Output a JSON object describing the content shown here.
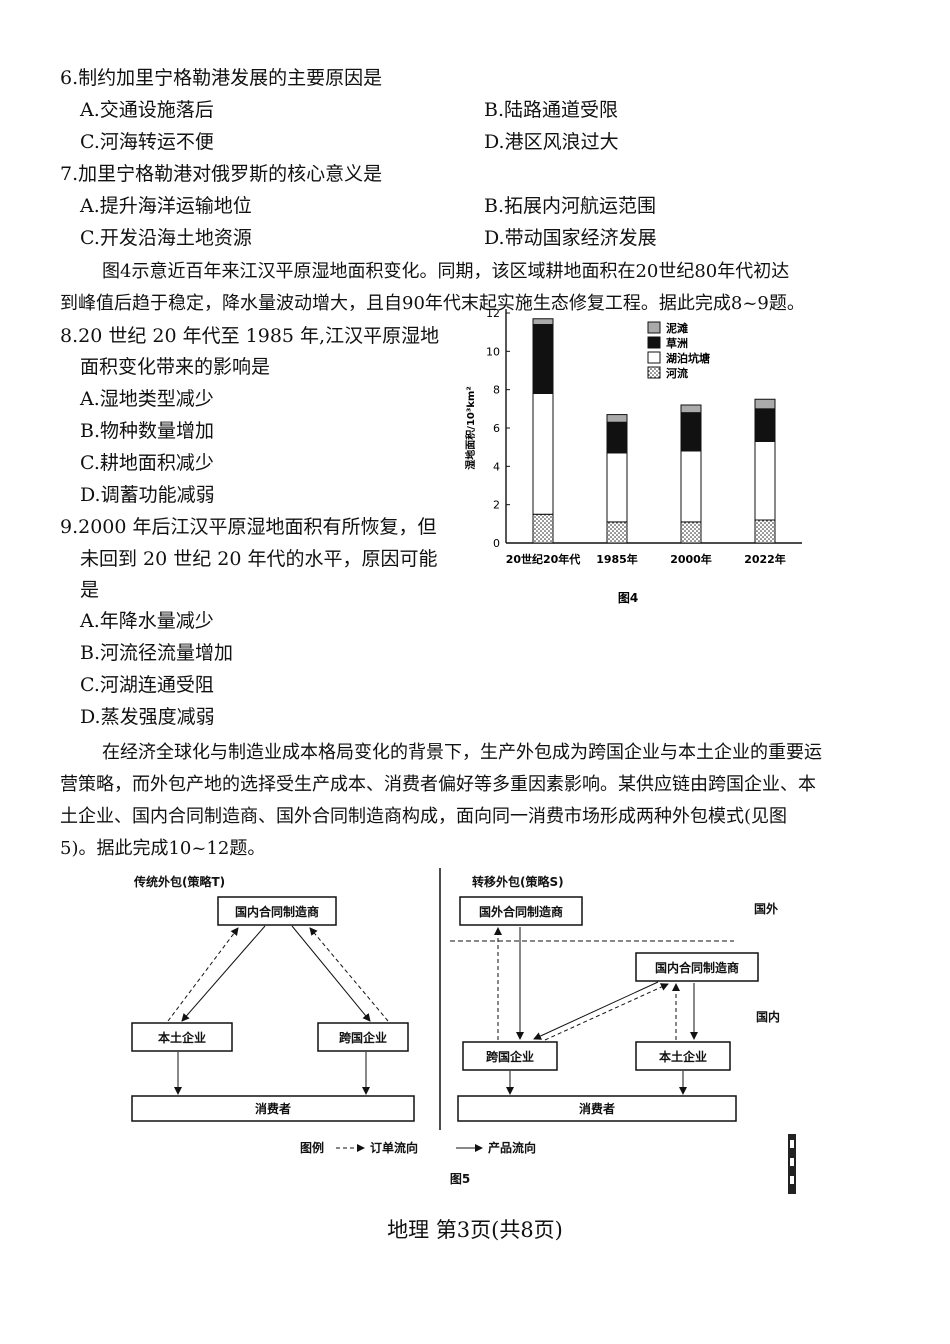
{
  "q6": {
    "stem": "6.制约加里宁格勒港发展的主要原因是",
    "options": [
      "A.交通设施落后",
      "B.陆路通道受限",
      "C.河海转运不便",
      "D.港区风浪过大"
    ]
  },
  "q7": {
    "stem": "7.加里宁格勒港对俄罗斯的核心意义是",
    "options": [
      "A.提升海洋运输地位",
      "B.拓展内河航运范围",
      "C.开发沿海土地资源",
      "D.带动国家经济发展"
    ]
  },
  "intro89": {
    "line1": "图4示意近百年来江汉平原湿地面积变化。同期，该区域耕地面积在20世纪80年代初达",
    "line2": "到峰值后趋于稳定，降水量波动增大，且自90年代末起实施生态修复工程。据此完成8~9题。"
  },
  "q8": {
    "stem1": "8.20 世纪 20 年代至 1985 年,江汉平原湿地",
    "stem2": "面积变化带来的影响是",
    "options": [
      "A.湿地类型减少",
      "B.物种数量增加",
      "C.耕地面积减少",
      "D.调蓄功能减弱"
    ]
  },
  "q9": {
    "stem1": "9.2000 年后江汉平原湿地面积有所恢复，但",
    "stem2": "未回到 20 世纪 20 年代的水平，原因可能",
    "stem3": "是",
    "options": [
      "A.年降水量减少",
      "B.河流径流量增加",
      "C.河湖连通受阻",
      "D.蒸发强度减弱"
    ]
  },
  "chart_data": {
    "type": "bar",
    "stacked": true,
    "categories": [
      "20世纪20年代",
      "1985年",
      "2000年",
      "2022年"
    ],
    "series": [
      {
        "name": "河流",
        "values": [
          1.5,
          1.1,
          1.1,
          1.2
        ],
        "pattern": "dots"
      },
      {
        "name": "湖泊坑塘",
        "values": [
          6.3,
          3.6,
          3.7,
          4.1
        ],
        "color": "#ffffff"
      },
      {
        "name": "草洲",
        "values": [
          3.6,
          1.6,
          2.0,
          1.7
        ],
        "color": "#111111"
      },
      {
        "name": "泥滩",
        "values": [
          0.3,
          0.4,
          0.4,
          0.5
        ],
        "color": "#aaaaaa"
      }
    ],
    "ylabel": "湿地面积/10³km²",
    "yticks": [
      "0",
      "2",
      "4",
      "6",
      "8",
      "10",
      "12"
    ],
    "ylim": [
      0,
      12
    ],
    "caption": "图4",
    "legend_position": "top-right"
  },
  "intro1012": {
    "line1": "在经济全球化与制造业成本格局变化的背景下，生产外包成为跨国企业与本土企业的重要运",
    "line2": "营策略，而外包产地的选择受生产成本、消费者偏好等多重因素影响。某供应链由跨国企业、本",
    "line3": "土企业、国内合同制造商、国外合同制造商构成，面向同一消费市场形成两种外包模式(见图",
    "line4": "5)。据此完成10~12题。"
  },
  "fig5": {
    "left_title": "传统外包(策略T)",
    "right_title": "转移外包(策略S)",
    "domestic_mfr": "国内合同制造商",
    "foreign_mfr": "国外合同制造商",
    "local_firm": "本土企业",
    "mnc": "跨国企业",
    "consumer": "消费者",
    "abroad": "国外",
    "domestic": "国内",
    "legend_label": "图例",
    "legend_order": "订单流向",
    "legend_product": "产品流向",
    "caption": "图5"
  },
  "footer": "地理 第3页(共8页)"
}
